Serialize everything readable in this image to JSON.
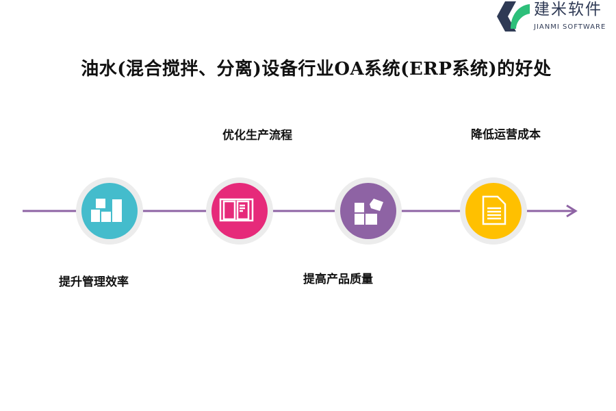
{
  "logo": {
    "cn": "建米软件",
    "en": "JIANMI SOFTWARE"
  },
  "title": "油水(混合搅拌、分离)设备行业OA系统(ERP系统)的好处",
  "steps": [
    {
      "label": "提升管理效率",
      "icon": "buildings-icon",
      "color": "#44BCCC"
    },
    {
      "label": "优化生产流程",
      "icon": "book-icon",
      "color": "#E62A7A"
    },
    {
      "label": "提高产品质量",
      "icon": "puzzle-icon",
      "color": "#8E63A4"
    },
    {
      "label": "降低运营成本",
      "icon": "document-icon",
      "color": "#FFC000"
    }
  ],
  "colors": {
    "line": "#8E63A4",
    "ring": "#ECECEC"
  }
}
